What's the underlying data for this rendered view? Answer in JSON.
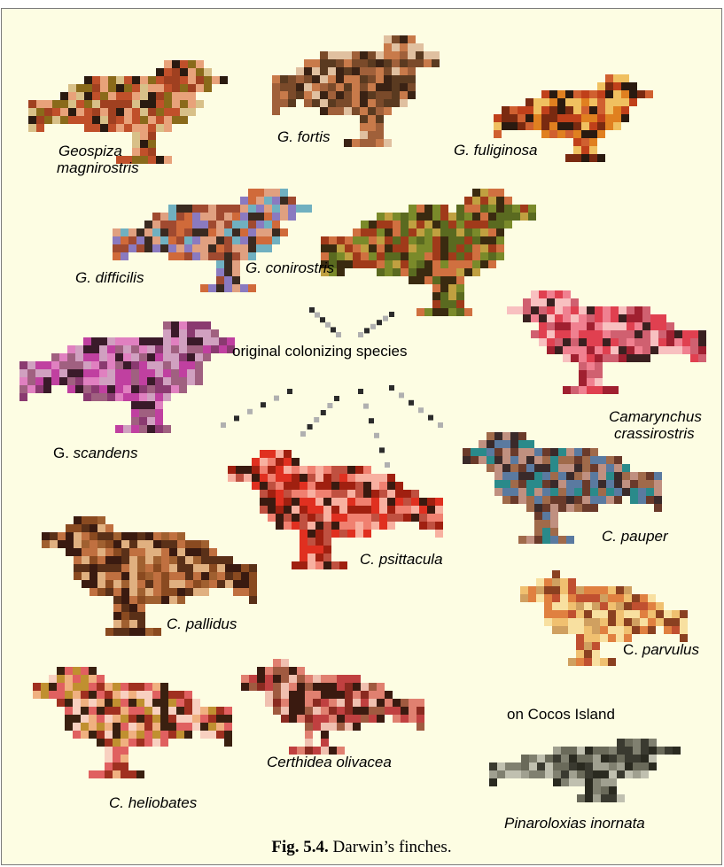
{
  "colors": {
    "background": "#fdfde3",
    "border": "#7a7a7a",
    "branch_dark": "#2b2b2b",
    "branch_light": "#b0b0b0"
  },
  "center_label": "original colonizing species",
  "finches": [
    {
      "id": "geospiza-magnirostris",
      "line1": "Geospiza",
      "line2": "magnirostris",
      "icon": "finch-icon",
      "palette": [
        "#c0502a",
        "#8a6a1a",
        "#e8a27a",
        "#2a1a10",
        "#d8c088",
        "#a04020"
      ]
    },
    {
      "id": "g-fortis",
      "line1": "G. fortis",
      "icon": "finch-icon",
      "palette": [
        "#7a4a2a",
        "#3a2214",
        "#c87a4a",
        "#a0603a",
        "#e0c0a0",
        "#5a3a20"
      ]
    },
    {
      "id": "g-fuliginosa",
      "line1": "G. fuliginosa",
      "icon": "finch-icon",
      "palette": [
        "#c0401a",
        "#e08020",
        "#7a2a10",
        "#f0c060",
        "#2a1a10",
        "#d06030"
      ]
    },
    {
      "id": "g-difficilis",
      "line1": "G. difficilis",
      "icon": "finch-icon",
      "palette": [
        "#d06a3a",
        "#70b0c0",
        "#8a7ac0",
        "#3a2a20",
        "#e0a080",
        "#a04a30"
      ]
    },
    {
      "id": "g-conirostris",
      "line1": "G. conirostris",
      "icon": "finch-icon",
      "palette": [
        "#7a8a2a",
        "#a03a1a",
        "#3a2a10",
        "#c0a040",
        "#5a6a20",
        "#d07040"
      ]
    },
    {
      "id": "camarynchus-crassirostris",
      "line1": "Camarynchus",
      "line2": "crassirostris",
      "icon": "finch-icon",
      "palette": [
        "#e04050",
        "#f08090",
        "#a02030",
        "#f8c0c0",
        "#3a2020",
        "#d06070"
      ]
    },
    {
      "id": "g-scandens",
      "line1": "G. ",
      "line1b": "scandens",
      "icon": "finch-icon",
      "palette": [
        "#c040a0",
        "#8a3a70",
        "#e080c0",
        "#3a1a2a",
        "#a06080",
        "#d0a0c0"
      ]
    },
    {
      "id": "c-psittacula",
      "line1": "C. psittacula",
      "icon": "finch-icon",
      "palette": [
        "#e03020",
        "#f08070",
        "#a02010",
        "#f8b0a0",
        "#c05040",
        "#3a1a10"
      ]
    },
    {
      "id": "c-pauper",
      "line1": "C. pauper",
      "icon": "finch-icon",
      "palette": [
        "#6a3a2a",
        "#a06a4a",
        "#5a7aa0",
        "#3a2a2a",
        "#c09080",
        "#2a8a8a"
      ]
    },
    {
      "id": "c-pallidus",
      "line1": "C. pallidus",
      "icon": "finch-icon",
      "palette": [
        "#8a4a20",
        "#c07040",
        "#3a1a10",
        "#e0b080",
        "#a06030",
        "#5a3018"
      ]
    },
    {
      "id": "c-parvulus",
      "line1": "C. ",
      "line1b": "parvulus",
      "icon": "finch-icon",
      "palette": [
        "#f0c070",
        "#e08040",
        "#c05030",
        "#f8e0a0",
        "#8a4020",
        "#d0a060"
      ]
    },
    {
      "id": "c-heliobates",
      "line1": "C. heliobates",
      "icon": "finch-icon",
      "palette": [
        "#e06060",
        "#f0b080",
        "#c09030",
        "#a03020",
        "#f8d0c0",
        "#3a2010"
      ]
    },
    {
      "id": "certhidea-olivacea",
      "line1": "Certhidea olivacea",
      "icon": "finch-icon",
      "palette": [
        "#c04040",
        "#e08070",
        "#8a2a20",
        "#f0c0b0",
        "#3a1a10",
        "#a05a40"
      ]
    },
    {
      "id": "pinaroloxias-inornata",
      "line1": "Pinaroloxias inornata",
      "icon": "finch-icon",
      "palette": [
        "#6a6a5a",
        "#a0a090",
        "#3a3a30",
        "#c0c0b0",
        "#2a2a20",
        "#808070"
      ]
    }
  ],
  "note": "on Cocos Island",
  "caption": {
    "bold": "Fig. 5.4.",
    "text": " Darwin’s finches."
  }
}
